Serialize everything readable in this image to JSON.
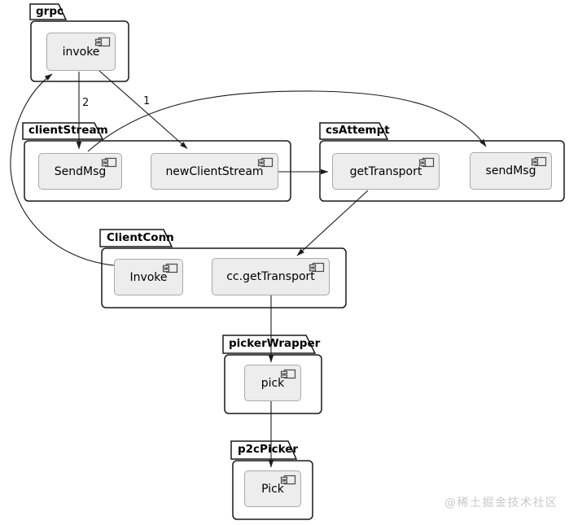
{
  "diagram": {
    "type": "uml-component-diagram",
    "packages": [
      {
        "name": "grpc",
        "components": [
          {
            "label": "invoke"
          }
        ]
      },
      {
        "name": "clientStream",
        "components": [
          {
            "label": "SendMsg"
          },
          {
            "label": "newClientStream"
          }
        ]
      },
      {
        "name": "csAttempt",
        "components": [
          {
            "label": "getTransport"
          },
          {
            "label": "sendMsg"
          }
        ]
      },
      {
        "name": "ClientConn",
        "components": [
          {
            "label": "Invoke"
          },
          {
            "label": "cc.getTransport"
          }
        ]
      },
      {
        "name": "pickerWrapper",
        "components": [
          {
            "label": "pick"
          }
        ]
      },
      {
        "name": "p2cPicker",
        "components": [
          {
            "label": "Pick"
          }
        ]
      }
    ],
    "edges": [
      {
        "from": "grpc.invoke",
        "to": "clientStream.SendMsg",
        "label": "2"
      },
      {
        "from": "grpc.invoke",
        "to": "clientStream.newClientStream",
        "label": "1"
      },
      {
        "from": "clientStream.SendMsg",
        "to": "csAttempt.sendMsg",
        "label": ""
      },
      {
        "from": "clientStream.newClientStream",
        "to": "csAttempt.getTransport",
        "label": ""
      },
      {
        "from": "csAttempt.getTransport",
        "to": "ClientConn.cc.getTransport",
        "label": ""
      },
      {
        "from": "ClientConn.Invoke",
        "to": "grpc.invoke",
        "label": ""
      },
      {
        "from": "ClientConn.cc.getTransport",
        "to": "pickerWrapper.pick",
        "label": ""
      },
      {
        "from": "pickerWrapper.pick",
        "to": "p2cPicker.Pick",
        "label": ""
      }
    ],
    "colors": {
      "background": "#ffffff",
      "package_border": "#181818",
      "package_fill": "#ffffff",
      "component_fill": "#ededed",
      "component_border": "#a9a9a9",
      "edge": "#1b1b1b",
      "text": "#000000"
    }
  },
  "watermark": {
    "text": "@稀土掘金技术社区",
    "color": "#c9c9c9"
  }
}
